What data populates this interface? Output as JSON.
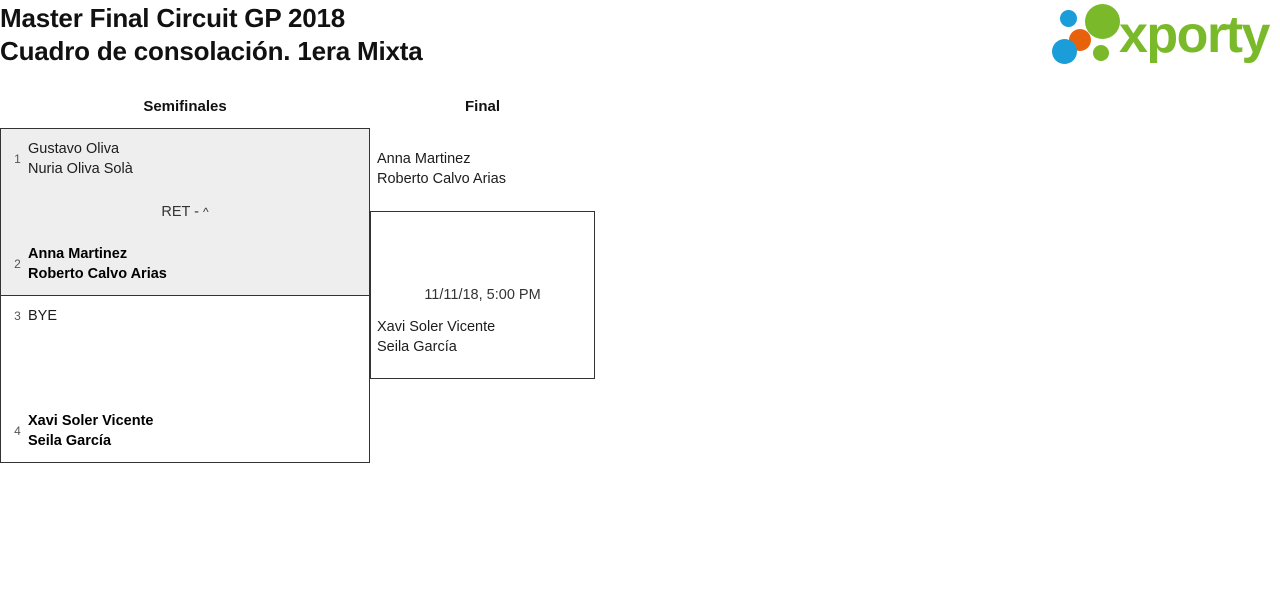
{
  "header": {
    "title_line1": "Master Final Circuit GP 2018",
    "title_line2": "Cuadro de consolación. 1era Mixta",
    "logo_text": "xporty",
    "logo_colors": {
      "blue": "#1b9dd9",
      "orange": "#e8620c",
      "green": "#7ab929"
    }
  },
  "bracket": {
    "rounds": [
      {
        "label": "Semifinales"
      },
      {
        "label": "Final"
      }
    ],
    "matches": [
      {
        "round": "Semifinales",
        "highlighted": true,
        "score": "RET - ",
        "score_marker": "^",
        "teams": [
          {
            "seed": "1",
            "players": [
              "Gustavo Oliva",
              "Nuria Oliva Solà"
            ],
            "winner": false
          },
          {
            "seed": "2",
            "players": [
              "Anna Martinez",
              "Roberto Calvo Arias"
            ],
            "winner": true
          }
        ]
      },
      {
        "round": "Semifinales",
        "highlighted": false,
        "score": "",
        "score_marker": "",
        "teams": [
          {
            "seed": "3",
            "players": [
              "BYE"
            ],
            "winner": false
          },
          {
            "seed": "4",
            "players": [
              "Xavi Soler Vicente",
              "Seila García"
            ],
            "winner": true
          }
        ]
      },
      {
        "round": "Final",
        "highlighted": false,
        "scheduled": "11/11/18, 5:00 PM",
        "teams": [
          {
            "seed": "",
            "players": [
              "Anna Martinez",
              "Roberto Calvo Arias"
            ],
            "winner": false
          },
          {
            "seed": "",
            "players": [
              "Xavi Soler Vicente",
              "Seila García"
            ],
            "winner": false
          }
        ]
      }
    ]
  }
}
